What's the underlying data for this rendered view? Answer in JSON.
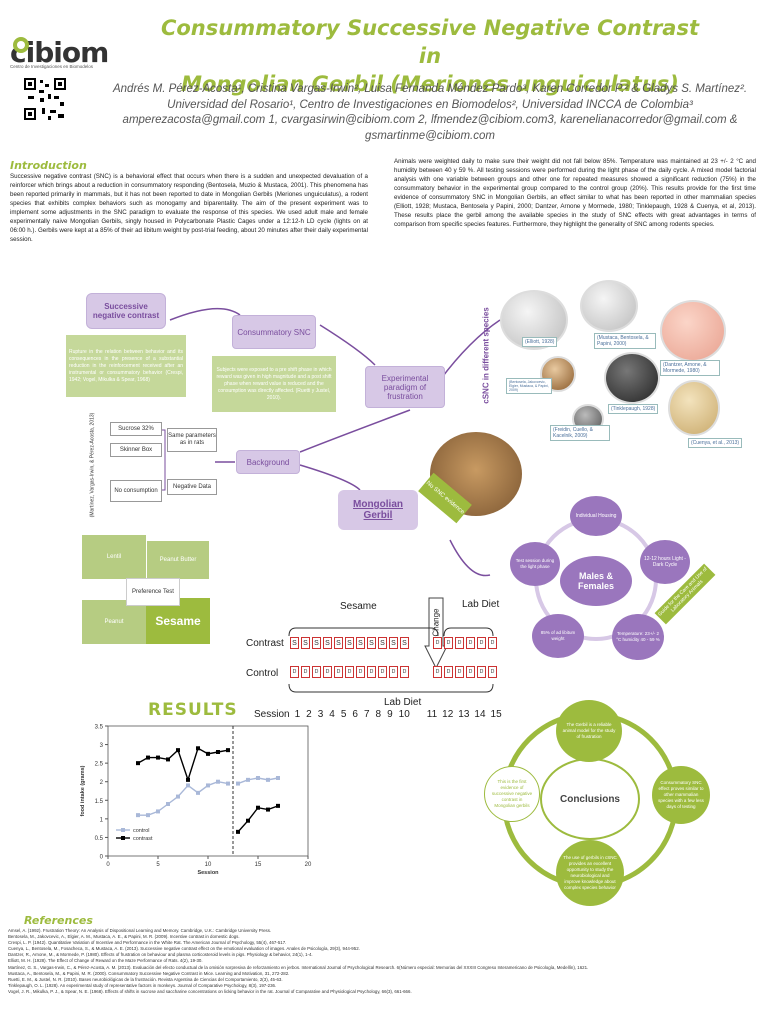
{
  "header": {
    "title_line1": "Consummatory Successive Negative Contrast in",
    "title_line2": "Mongolian Gerbil (Meriones unguiculatus)",
    "logo_text": "cibiom",
    "logo_sub": "Centro de Investigaciones en Biomodelos",
    "authors_line1": "Andrés M. Pérez-Acosta¹, Cristina Vargas-Irwin², Luisa Fernanda Méndez Pardo³, Karen Corredor P.² & Gladys S. Martínez².",
    "authors_line2": "Universidad del Rosario¹, Centro de Investigaciones en Biomodelos², Universidad INCCA de Colombia³",
    "authors_line3": "amperezacosta@gmail.com 1, cvargasirwin@cibiom.com 2, lfmendez@cibiom.com3, karenelianacorredor@gmail.com &",
    "authors_line4": "gsmartinme@cibiom.com"
  },
  "intro": {
    "heading": "Introduction",
    "text": "Successive negative contrast (SNC) is a behavioral effect that occurs when there is a sudden and unexpected devaluation of a reinforcer which brings about a reduction in consummatory responding (Bentosela, Muzio & Mustaca, 2001). This phenomena has been reported primarily in mammals, but it has not been reported to date in Mongolian Gerbils (Meriones unguiculatus), a rodent species that exhibits complex behaviors such as monogamy and biparentality. The aim of the present experiment was to implement some adjustments in the SNC paradigm to evaluate the response of this species. We used adult male and female experimentally naive Mongolian Gerbils, singly housed in Polycarbonate Plastic Cages under a 12:12-h LD cycle (lights on at 06:00 h.). Gerbils were kept at a 85% of their ad libitum weight by post-trial feeding, about 20 minutes after their daily experimental session.",
    "text_right": "Animals were weighted daily to make sure their weight did not fall below 85%. Temperature was maintained at 23 +/- 2 °C and humidity between 40 y 59 %. All testing sessions were performed during the light phase of the daily cycle. A mixed model factorial analysis with one variable between groups and other one for repeated measures showed a significant reduction (75%) in the consummatory behavior in the experimental group compared to the control group (20%). This results provide for the first time evidence of consummatory SNC in Mongolian Gerbils, an effect similar to what has been reported in other mammalian species (Elliott, 1928; Mustaca, Bentosela y Papini, 2000; Dantzer, Arnone y Mormede, 1980; Tinklepaugh, 1928 & Cuenya, et al, 2013). These results place the gerbil among the available species in the study of SNC effects with great advantages in terms of comparison from specific species features. Furthermore, they highlight the generality of SNC among rodents species."
  },
  "diagram": {
    "snc_title": "Successive negative contrast",
    "snc_def": "Rupture in the relation between behavior and its consequences in the presence of a substantial reduction in the reinforcement received after an instrumental or consummatory behavior (Crespi, 1942; Vogel, Mikulka & Spear, 1968)",
    "csnc_title": "Consummatory SNC",
    "csnc_def": "Subjects were exposed to a pre shift phase in which reward was given in high magnitude and a post shift phase when reward value is reduced and the consumption was directly affected. (Ruetti y Justel, 2010).",
    "paradigm": "Experimental paradigm of frustration",
    "species_label": "cSNC in different species",
    "background": "Background",
    "sucrose": "Sucrose 32%",
    "skinner": "Skinner Box",
    "no_consumption": "No consumption",
    "same_params": "Same parameters as in rats",
    "negative_data": "Negative Data",
    "citation_vertical": "(Martínez, Vargas-Irwin, & Pérez-Acosta, 2013)",
    "gerbil": "Mongolian Gerbil",
    "no_snc": "No SNC evidence",
    "photo_labels": [
      "(Elliott, 1928)",
      "(Mustaca, Bentosela, & Papini, 2000)",
      "(Dantzer, Arnone, & Mormede, 1980)",
      "(Bentosela, Jakovcevic, Elgier, Mustaca, & Papini, 2009)",
      "(Tinklepaugh, 1928)",
      "(Freidin, Cuello, & Kacelnik, 2009)",
      "(Cuenya, et al., 2013)"
    ]
  },
  "preference": {
    "lentil": "Lentil",
    "peanut_butter": "Peanut Butter",
    "center": "Preference Test",
    "peanut": "Peanut",
    "sesame": "Sesame"
  },
  "housing": {
    "center": "Males & Females",
    "items": [
      "Individual Housing",
      "12-12 hours Light - Dark Cycle",
      "Temperature: 23+/- 2 °C humidity 40 - 59 %",
      "85% of ad libitum weight",
      "Test session during the light phase"
    ],
    "guide": "Guide for the Care and Use of Laboratory Animals"
  },
  "design": {
    "sesame": "Sesame",
    "lab_diet_top": "Lab Diet",
    "change": "Change",
    "contrast": "Contrast",
    "control": "Control",
    "lab_diet_bottom": "Lab Diet",
    "session": "Session",
    "s_letter": "S",
    "d_letter": "D",
    "sessions_pre": [
      "1",
      "2",
      "3",
      "4",
      "5",
      "6",
      "7",
      "8",
      "9",
      "10"
    ],
    "sessions_post": [
      "11",
      "12",
      "13",
      "14",
      "15"
    ]
  },
  "results": {
    "heading": "RESULTS"
  },
  "chart_data": {
    "type": "line",
    "xlabel": "Session",
    "ylabel": "food intake (grams)",
    "xlim": [
      0,
      20
    ],
    "ylim": [
      0,
      3.5
    ],
    "xticks": [
      0,
      5,
      10,
      15,
      20
    ],
    "yticks": [
      0,
      0.5,
      1,
      1.5,
      2,
      2.5,
      3,
      3.5
    ],
    "shift_at": 12.5,
    "series": [
      {
        "name": "control",
        "pre_x": [
          3,
          4,
          5,
          6,
          7,
          8,
          9,
          10,
          11,
          12
        ],
        "pre_y": [
          1.1,
          1.1,
          1.2,
          1.4,
          1.6,
          1.9,
          1.7,
          1.9,
          2.0,
          1.95
        ],
        "post_x": [
          13,
          14,
          15,
          16,
          17
        ],
        "post_y": [
          1.95,
          2.05,
          2.1,
          2.05,
          2.1
        ]
      },
      {
        "name": "contrast",
        "pre_x": [
          3,
          4,
          5,
          6,
          7,
          8,
          9,
          10,
          11,
          12
        ],
        "pre_y": [
          2.5,
          2.65,
          2.65,
          2.6,
          2.85,
          2.05,
          2.9,
          2.75,
          2.8,
          2.85
        ],
        "post_x": [
          13,
          14,
          15,
          16,
          17
        ],
        "post_y": [
          0.65,
          0.95,
          1.3,
          1.25,
          1.35
        ]
      }
    ],
    "grid": false,
    "legend": "bottom-left"
  },
  "conclusions": {
    "center": "Conclusions",
    "items": [
      "The Gerbil is a reliable animal model for the study of frustration",
      "Consummatory SNC effect proves similar to other mammalian species with a few less days of testing",
      "The use of gerbils in cSNC provides an excellent opportunity to study the neurobiological and improve knowledge about complex species behavior",
      "This is the first evidence of successive negative contrast in Mongolian gerbils"
    ]
  },
  "references": {
    "heading": "References",
    "items": [
      "Amsel, A. (1992). Frustration Theory: An Analysis of Dispositional Learning and Memory. Cambridge, U.K.: Cambridge University Press.",
      "Bentosela, M., Jakovcevic, A., Elgier, A. M., Mustaca, A. E., & Papini, M. R. (2009). Incentive contrast in domestic dogs.",
      "Crespi, L. P. (1942). Quantitative Variation of Incentive and Performance in the White Rat. The American Journal of Psychology, 55(4), 467-517.",
      "Cuenya, L., Bentosela, M., Fosacheca, S., & Mustaca, A. E. (2013). Successive negative contrast effect on the emotional evaluation of images. Anales de Psicología, 29(3), 944-952.",
      "Dantzer, R., Arnone, M., & Mormede, P. (1980). Effects of frustration on behaviour and plasma corticosteroid levels in pigs. Physiology & behavior, 24(1), 1-4.",
      "Elliott, M. H. (1928). The Effect of Change of Reward on the Maze Performance of Rats. 4(2), 19-30.",
      "Martínez, G. S., Vargas-Irwin, C., & Pérez-Acosta, A. M. (2013). Evaluación del efecto conductual de la omisión sorpresiva de reforzamiento en jerbos. International Journal of Psychological Research. 6(Número especial: Memorias del XXXIII Congreso Interamericano de Psicología, Medellín), 1621.",
      "Mustaca, A., Bentosela, M., & Papini, M. R. (2000). Consummatory Successive Negative Contrast in Mice. Learning and Motivation, 31, 272-282.",
      "Ruetti, E. M., & Justel, N. R. (2010). Bases neurobiológicas de la frustración. Revista Argentina de Ciencias del Comportamiento, 2(3), 45-63.",
      "Tinklepaugh, O. L. (1928). An experimental study of representative factors in monkeys. Journal of Comparative Psychology, 8(3), 197-236.",
      "Vogel, J. R., Mikulka, P. J., & Spear, N. E. (1968). Effects of shifts in sucrose and saccharine concentrations on licking behavior in the rat. Journal of Comparative and Physiological Psychology, 66(3), 661-666."
    ]
  }
}
